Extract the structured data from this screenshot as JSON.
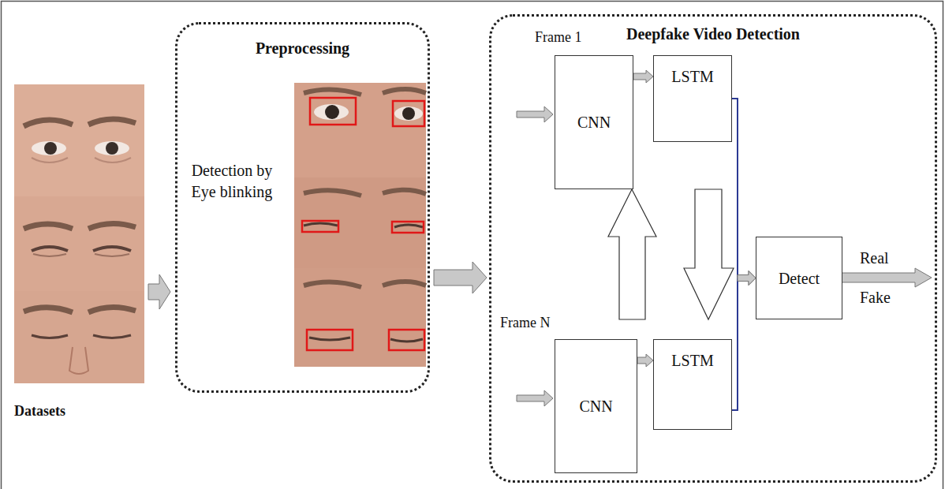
{
  "diagram": {
    "nodes": [
      {
        "text": [
          "Preprocessing",
          "Detection by Eye blinking"
        ]
      },
      {
        "text": [
          "Deepfake Video Detection"
        ]
      },
      {
        "text": [
          "CNN"
        ],
        "in": 1
      },
      {
        "text": [
          "LSTM"
        ],
        "in": 1
      },
      {
        "text": [
          "CNN"
        ],
        "in": 1
      },
      {
        "text": [
          "LSTM"
        ],
        "in": 1
      },
      {
        "text": [
          "Detect"
        ],
        "in": 1
      }
    ],
    "edges": [
      {
        "from": 0,
        "to": 1,
        "arrow": "to"
      },
      {
        "from": 2,
        "to": 3,
        "arrow": "to"
      },
      {
        "from": 4,
        "to": 5,
        "arrow": "to"
      },
      {
        "from": 3,
        "to": 6,
        "arrow": "to"
      },
      {
        "from": 5,
        "to": 6,
        "arrow": "to"
      }
    ],
    "labels": [
      "Datasets",
      "Frame 1",
      "Frame N",
      "Real",
      "Fake"
    ]
  }
}
